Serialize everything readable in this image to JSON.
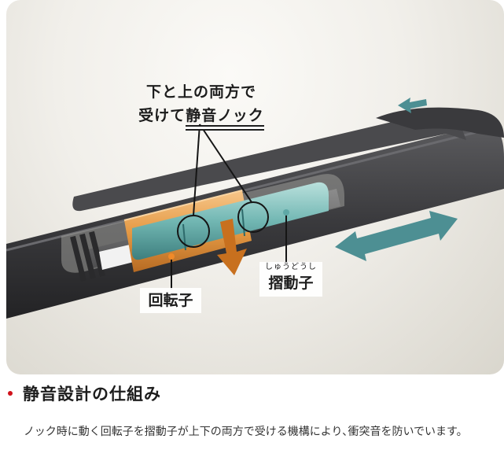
{
  "figure": {
    "callout_line1": "下と上の両方で",
    "callout_line2_prefix": "受けて",
    "callout_line2_emph": "静音ノック",
    "label_rotor": "回転子",
    "label_slider_ruby": "しゅうどうし",
    "label_slider": "摺動子",
    "colors": {
      "barrel": "#3b3b3d",
      "rotor": "#e59a45",
      "slider": "#6fb3b0",
      "arrow_orange": "#c8701e",
      "arrow_teal": "#4d8f93"
    }
  },
  "section": {
    "bullet_color": "#d0121b",
    "heading": "静音設計の仕組み",
    "description": "ノック時に動く回転子を摺動子が上下の両方で受ける機構により､衝突音を防いでいます。"
  }
}
